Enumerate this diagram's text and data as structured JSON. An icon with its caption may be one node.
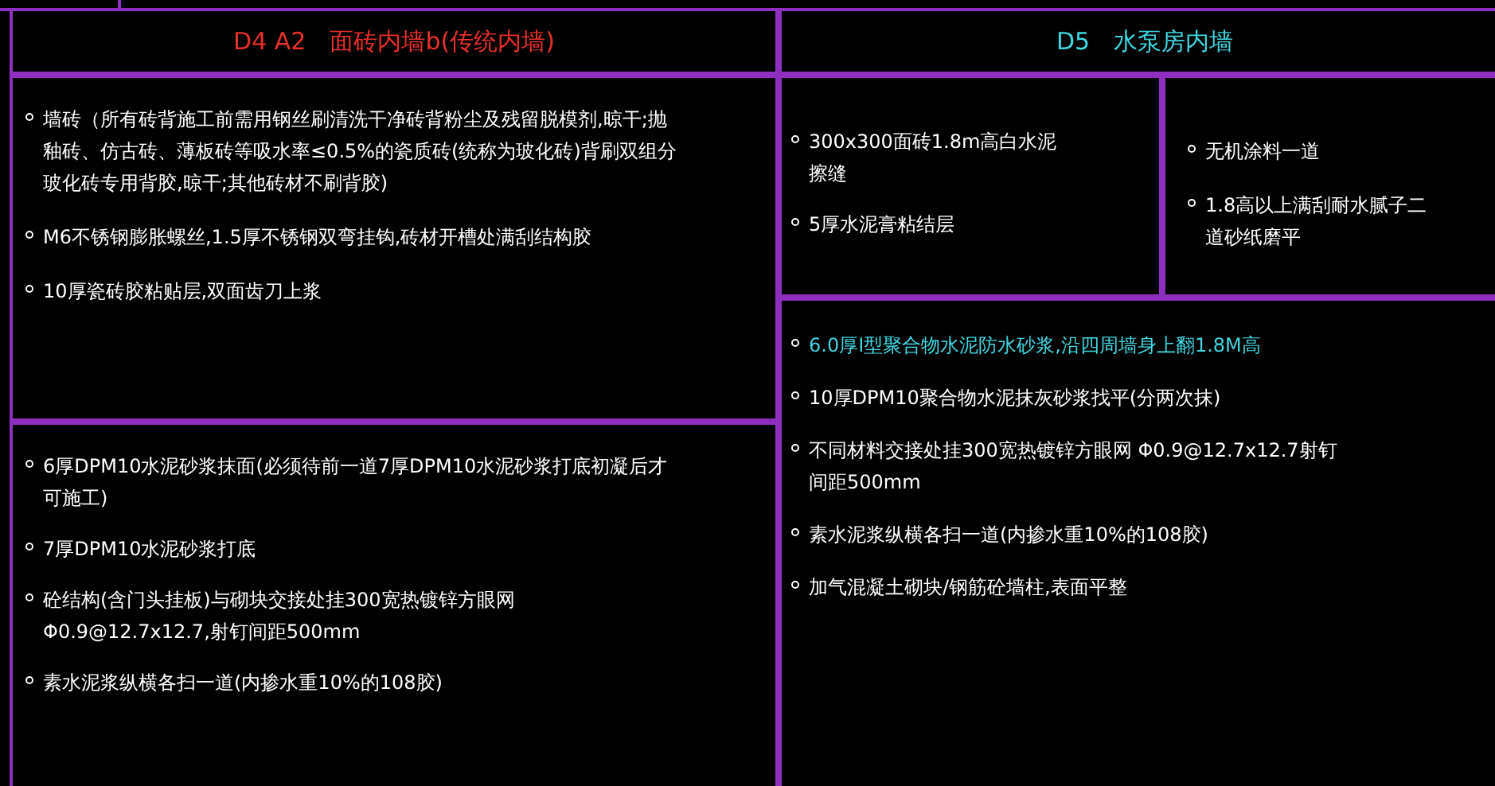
{
  "diagram": {
    "nodes": [
      {
        "text": [
          "D4 A2　面砖内墙b(传统内墙)"
        ]
      },
      {
        "text": [
          "墙砖（所有砖背施工前需用钢丝刷清洗干净砖背粉尘及残留脱模剂,晾干;抛釉砖、仿古砖、薄板砖等吸水率≤0.5%的瓷质砖(统称为玻化砖)背刷双组分玻化砖专用背胶,晾干;其他砖材不刷背胶)",
          "M6不锈钢膨胀螺丝,1.5厚不锈钢双弯挂钩,砖材开槽处满刮结构胶",
          "10厚瓷砖胶粘贴层,双面齿刀上浆"
        ]
      },
      {
        "text": [
          "6厚DPM10水泥砂浆抹面(必须待前一道7厚DPM10水泥砂浆打底初凝后才可施工)",
          "7厚DPM10水泥砂浆打底",
          "砼结构(含门头挂板)与砌块交接处挂300宽热镀锌方眼网Φ0.9@12.7x12.7,射钉间距500mm",
          "素水泥浆纵横各扫一道(内掺水重10%的108胶)"
        ]
      },
      {
        "text": [
          "D5　水泵房内墙"
        ]
      },
      {
        "text": [
          "300x300面砖1.8m高白水泥擦缝",
          "5厚水泥膏粘结层"
        ]
      },
      {
        "text": [
          "无机涂料一道",
          "1.8高以上满刮耐水腻子二道砂纸磨平"
        ]
      },
      {
        "text": [
          "6.0厚I型聚合物水泥防水砂浆,沿四周墙身上翻1.8M高",
          "10厚DPM10聚合物水泥抹灰砂浆找平(分两次抹)",
          "不同材料交接处挂300宽热镀锌方眼网 Φ0.9@12.7x12.7射钉间距500mm",
          "素水泥浆纵横各扫一道(内掺水重10%的108胶)",
          "加气混凝土砌块/钢筋砼墙柱,表面平整"
        ]
      }
    ]
  }
}
